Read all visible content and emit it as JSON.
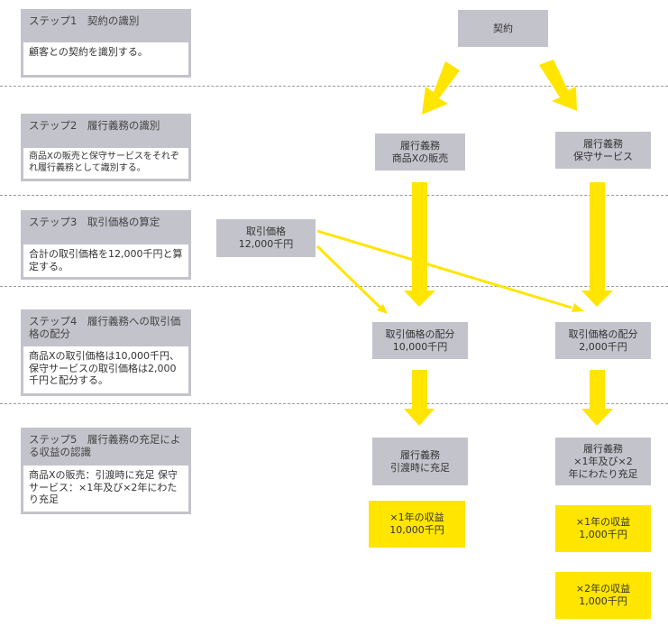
{
  "steps": [
    {
      "title": "ステップ1　契約の識別",
      "body": "顧客との契約を識別する。"
    },
    {
      "title": "ステップ2　履行義務の識別",
      "body": "商品Xの販売と保守サービスをそれぞれ履行義務として識別する。"
    },
    {
      "title": "ステップ3　取引価格の算定",
      "body": "合計の取引価格を12,000千円と算定する。"
    },
    {
      "title": "ステップ4　履行義務への取引価格の配分",
      "body": "商品Xの取引価格は10,000千円、保守サービスの取引価格は2,000千円と配分する。"
    },
    {
      "title": "ステップ5　履行義務の充足による収益の認識",
      "body": "商品Xの販売：引渡時に充足 保守サービス：×1年及び×2年にわたり充足"
    }
  ],
  "flow": {
    "contract": {
      "line1": "契約"
    },
    "po_goods": {
      "line1": "履行義務",
      "line2": "商品Xの販売"
    },
    "po_service": {
      "line1": "履行義務",
      "line2": "保守サービス"
    },
    "transaction_price": {
      "line1": "取引価格",
      "line2": "12,000千円"
    },
    "alloc_goods": {
      "line1": "取引価格の配分",
      "line2": "10,000千円"
    },
    "alloc_service": {
      "line1": "取引価格の配分",
      "line2": "2,000千円"
    },
    "satisfy_goods": {
      "line1": "履行義務",
      "line2": "引渡時に充足"
    },
    "satisfy_service": {
      "line1": "履行義務",
      "line2": "×1年及び×2",
      "line3": "年にわたり充足"
    },
    "revenue_goods_y1": {
      "line1": "×1年の収益",
      "line2": "10,000千円"
    },
    "revenue_service_y1": {
      "line1": "×1年の収益",
      "line2": "1,000千円"
    },
    "revenue_service_y2": {
      "line1": "×2年の収益",
      "line2": "1,000千円"
    }
  },
  "colors": {
    "accent_yellow": "#ffe500",
    "box_gray": "#c3c3cb",
    "divider": "#999999"
  }
}
